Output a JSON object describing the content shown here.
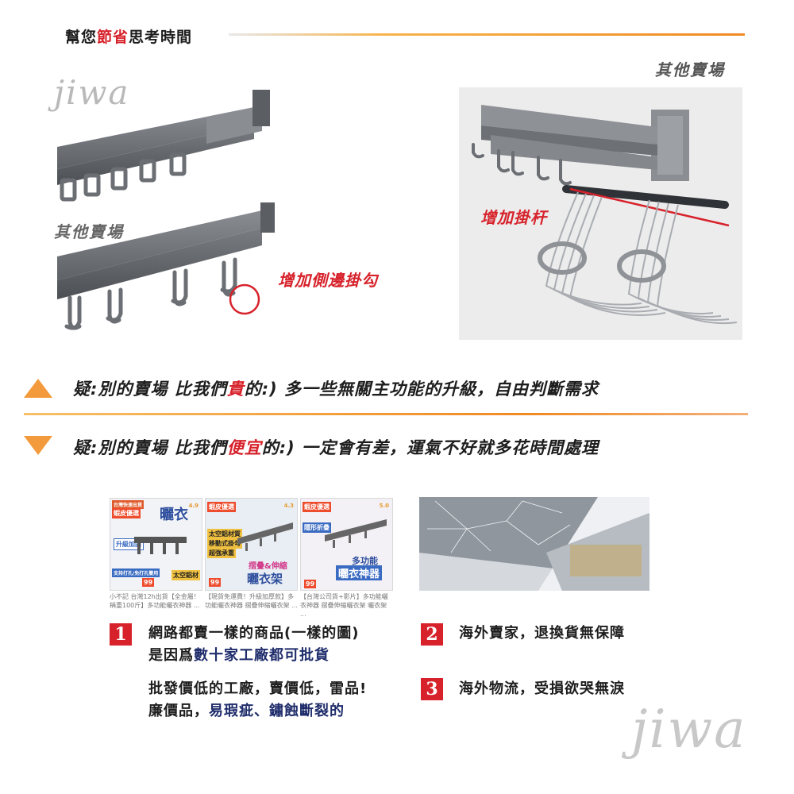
{
  "header": {
    "title_pre": "幫您",
    "title_em": "節省",
    "title_post": "思考時間"
  },
  "logo": {
    "text": "jiwa"
  },
  "comparison": {
    "left_label": "其他賣場",
    "right_label": "其他賣場",
    "callout_side_hook": "增加側邊掛勾",
    "callout_rod": "增加掛杆"
  },
  "notes": {
    "up": {
      "pre": "疑:別的賣場 比我們",
      "em": "貴",
      "post": "的:) 多一些無關主功能的升級，自由判斷需求"
    },
    "down": {
      "pre": "疑:別的賣場 比我們",
      "em": "便宜",
      "post": "的:) 一定會有差，運氣不好就多花時間處理"
    }
  },
  "thumbnails": [
    {
      "badge_top": "台灣快速出貨",
      "badge_shop": "蝦皮優選",
      "headline": "曬衣",
      "tag1": "升級加固",
      "tag2": "支持打孔/免打孔雙用",
      "tag3": "太空鋁材",
      "price": "99",
      "stars": "4.9",
      "caption": "小不記 台灣12h出貨【全金屬！稱重100斤】多功能曬衣神器 ..."
    },
    {
      "badge_shop": "蝦皮優選",
      "headline": "曬衣架",
      "tag1": "太空鋁材質",
      "tag2": "移動式掛勾",
      "tag3": "超強承重",
      "tag4": "摺疊&伸縮",
      "price": "99",
      "stars": "4.3",
      "caption": "【現貨免運費！升級加厚款】多功能曬衣神器 摺疊伸縮曬衣架 ..."
    },
    {
      "badge_shop": "蝦皮優選",
      "headline": "曬衣神器",
      "headline2": "多功能",
      "tag1": "隱形折疊",
      "price": "99",
      "stars": "5.0",
      "caption": "【台灣公司貨+影片】多功能曬衣神器 摺疊伸縮曬衣架 曬衣架 ..."
    }
  ],
  "list": [
    {
      "num": "1",
      "line1": "網路都賣一樣的商品(一樣的圖)",
      "line2_pre": "是因爲",
      "line2_em": "數十家工廠都可批貨"
    },
    {
      "num": "2",
      "text": "海外賣家，退換貨無保障"
    },
    {
      "num": "3",
      "text": "海外物流，受損欲哭無淚"
    }
  ],
  "list_extra": {
    "line1": "批發價低的工廠，賣價低，雷品!",
    "line2_pre": "廉價品，",
    "line2_em": "易瑕疵、鏽蝕斷裂的"
  },
  "colors": {
    "accent_red": "#d7222b",
    "accent_orange": "#f08a23",
    "navy": "#1f2d6b"
  }
}
